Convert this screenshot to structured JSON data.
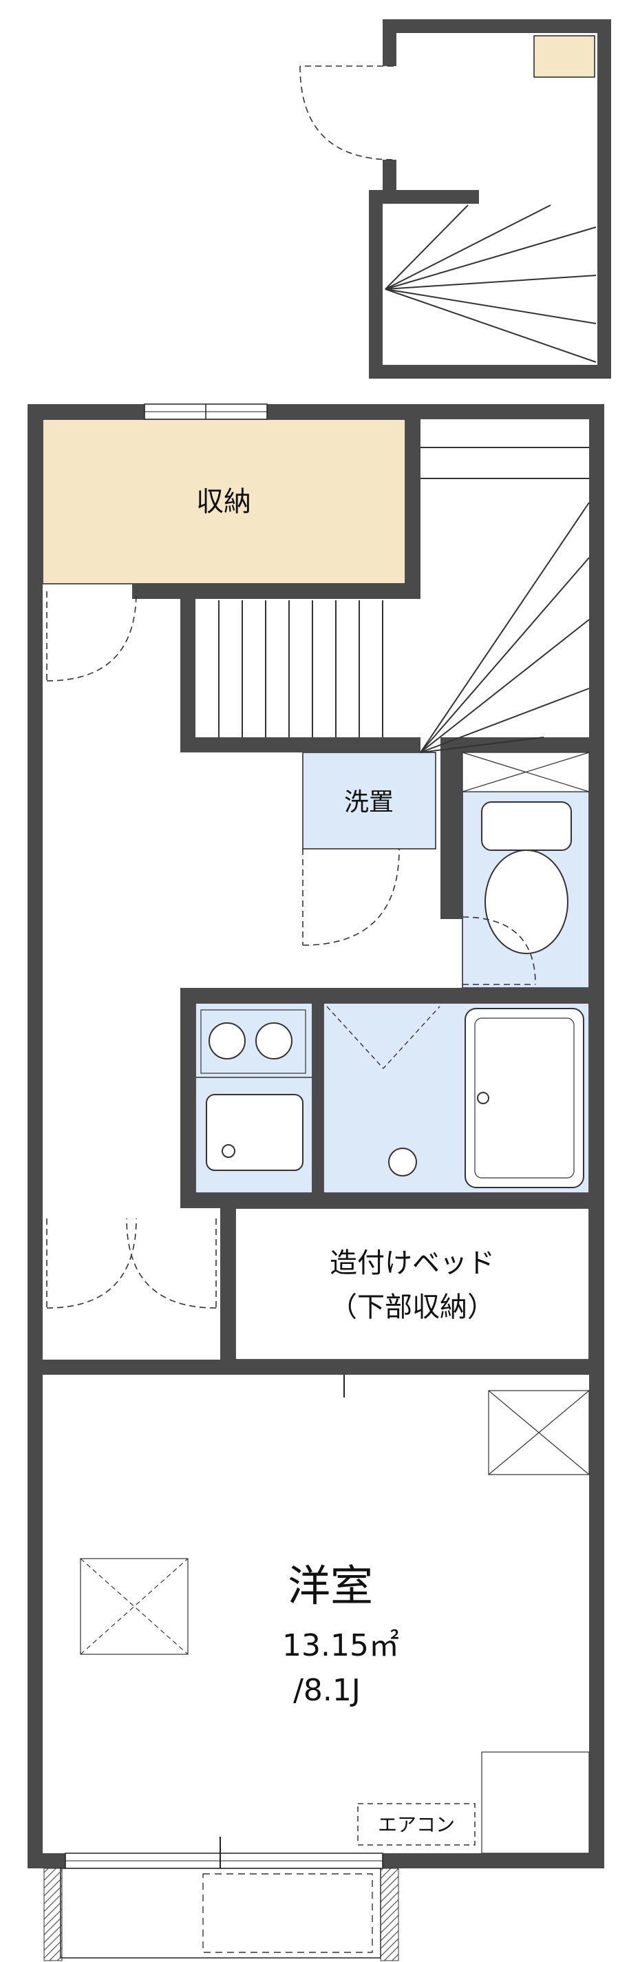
{
  "colors": {
    "wall": "#4a4a4a",
    "closet_fill": "#f5e7c6",
    "fixture_fill": "#dce9f8",
    "line": "#333333"
  },
  "rooms": {
    "closet_label": "収納",
    "laundry_label": "洗置",
    "bed_label_line1": "造付けベッド",
    "bed_label_line2": "（下部収納）",
    "main_room_label": "洋室",
    "main_room_area_sqm": "13.15㎡",
    "main_room_area_tatami": "/8.1J",
    "aircon_label": "エアコン"
  }
}
